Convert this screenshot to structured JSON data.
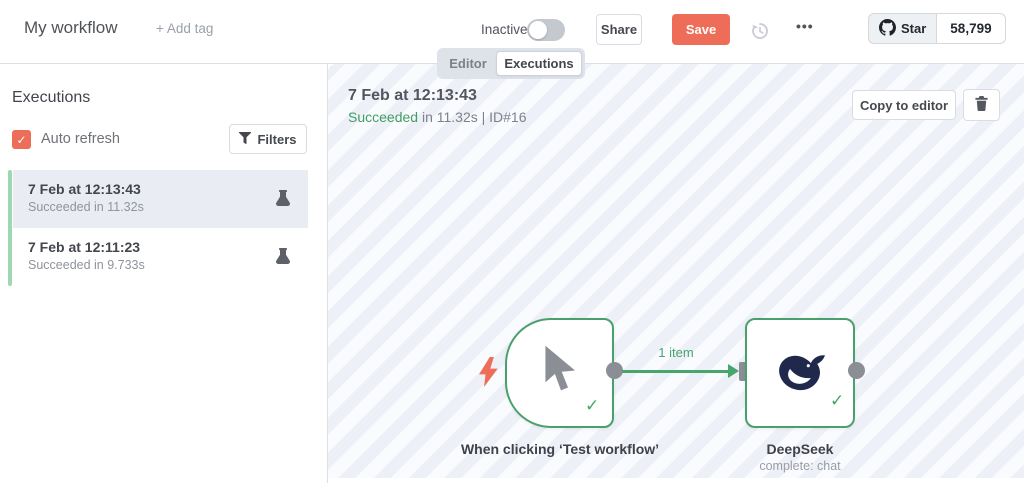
{
  "header": {
    "title": "My workflow",
    "add_tag": "+ Add tag",
    "inactive_label": "Inactive",
    "share": "Share",
    "save": "Save",
    "menu_dots": "•••",
    "github": {
      "star": "Star",
      "count": "58,799"
    }
  },
  "tabs": {
    "editor": "Editor",
    "executions": "Executions"
  },
  "sidebar": {
    "heading": "Executions",
    "auto_refresh": "Auto refresh",
    "auto_refresh_check": "✓",
    "filters": "Filters",
    "items": [
      {
        "title": "7 Feb at 12:13:43",
        "subtitle": "Succeeded in 11.32s",
        "selected": true
      },
      {
        "title": "7 Feb at 12:11:23",
        "subtitle": "Succeeded in 9.733s",
        "selected": false
      }
    ]
  },
  "execution": {
    "title": "7 Feb at 12:13:43",
    "status": "Succeeded",
    "status_rest": " in 11.32s | ID#16",
    "copy_to_editor": "Copy to editor"
  },
  "canvas": {
    "connection_label": "1 item",
    "check": "✓",
    "nodes": [
      {
        "label": "When clicking ‘Test workflow’"
      },
      {
        "label": "DeepSeek",
        "sublabel": "complete: chat"
      }
    ]
  },
  "colors": {
    "accent_salmon": "#ee6d59",
    "success_green": "#48a56b",
    "status_green": "#3e9e63",
    "selected_row": "#e9edf3",
    "stripe": "#eef0f8"
  }
}
